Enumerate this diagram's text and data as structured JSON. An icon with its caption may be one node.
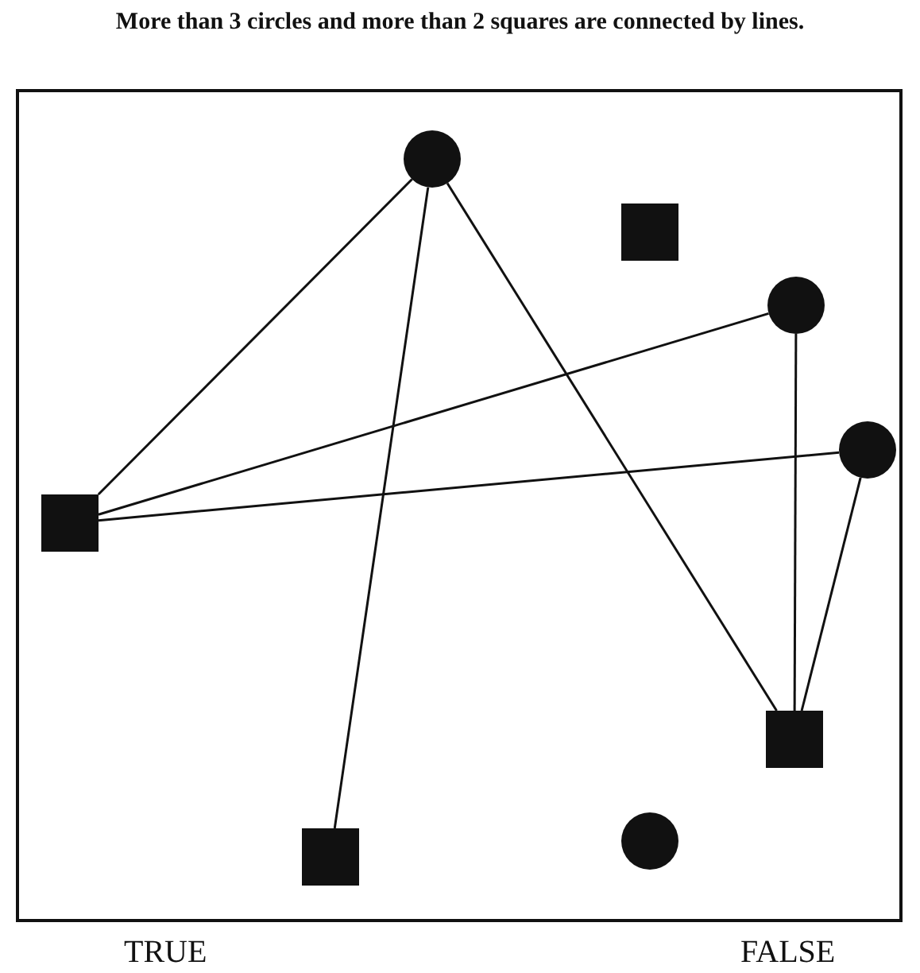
{
  "diagram": {
    "title": "More than 3 circles and more than 2 squares are connected by lines.",
    "nodes": [
      {
        "text": [],
        "shape": "circle"
      },
      {
        "text": [],
        "shape": "box"
      },
      {
        "text": [],
        "shape": "circle"
      },
      {
        "text": [],
        "shape": "circle"
      },
      {
        "text": [],
        "shape": "box"
      },
      {
        "text": [],
        "shape": "box"
      },
      {
        "text": [],
        "shape": "circle"
      },
      {
        "text": [],
        "shape": "box"
      }
    ],
    "edges": [
      {
        "from": 0,
        "to": 4,
        "arrow": "none"
      },
      {
        "from": 0,
        "to": 7,
        "arrow": "none"
      },
      {
        "from": 0,
        "to": 5,
        "arrow": "none"
      },
      {
        "from": 4,
        "to": 2,
        "arrow": "none"
      },
      {
        "from": 4,
        "to": 3,
        "arrow": "none"
      },
      {
        "from": 2,
        "to": 5,
        "arrow": "none"
      },
      {
        "from": 3,
        "to": 5,
        "arrow": "none"
      }
    ],
    "labels": [
      "TRUE",
      "FALSE"
    ]
  }
}
